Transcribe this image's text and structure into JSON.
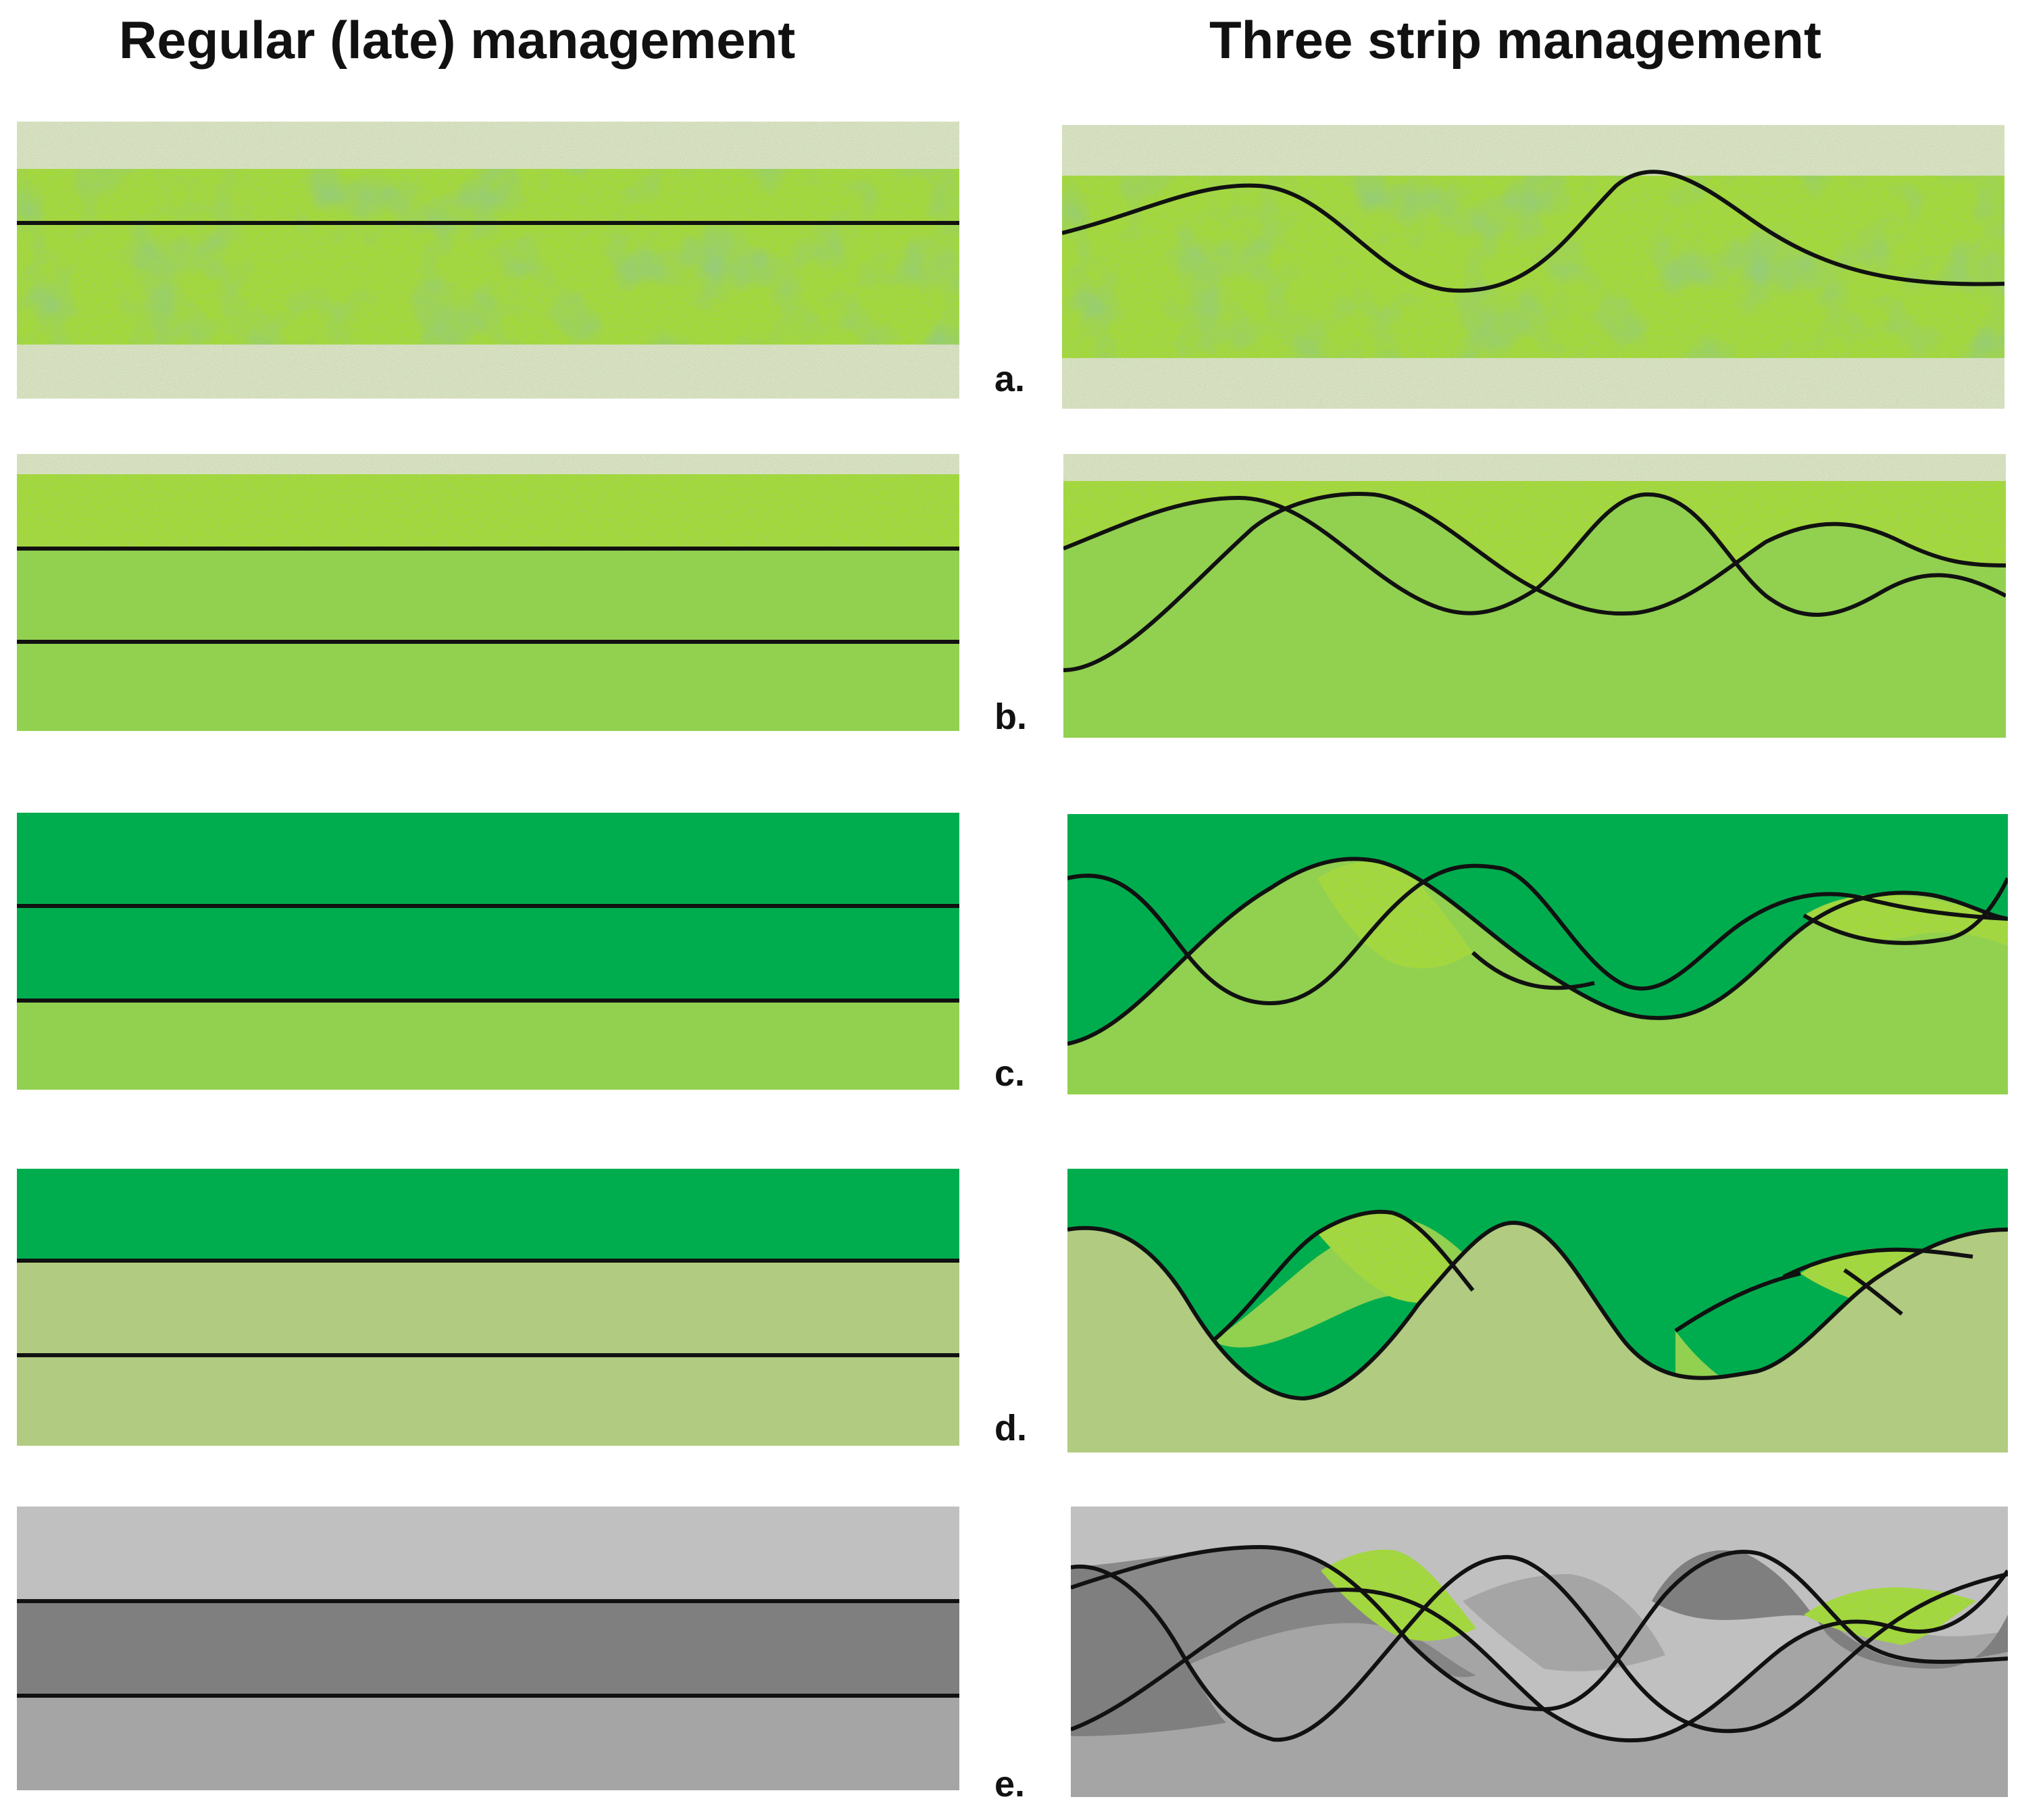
{
  "titles": {
    "left": "Regular (late) management",
    "right": "Three strip management"
  },
  "rows": [
    {
      "label": "a."
    },
    {
      "label": "b."
    },
    {
      "label": "c."
    },
    {
      "label": "d."
    },
    {
      "label": "e."
    }
  ],
  "colors": {
    "meadow_light": "#a4dd2a",
    "mown_fresh": "#92d050",
    "regrowth_dark": "#00ad4e",
    "hay_pale": "#b1cb80",
    "grey_light": "#c0c0c0",
    "grey_mid": "#a5a5a5",
    "grey_dark": "#7f7f7f",
    "line": "#111111"
  }
}
